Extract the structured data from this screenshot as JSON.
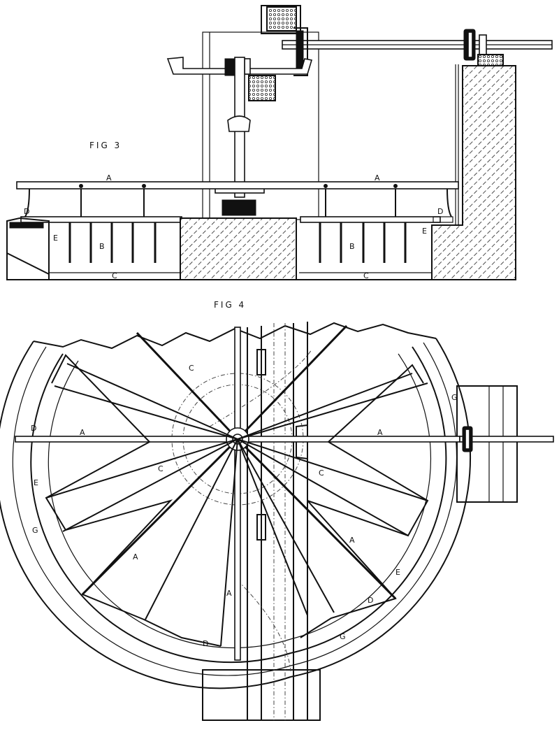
{
  "figures": {
    "fig3": {
      "title": "FIG 3",
      "labels": {
        "a_left": "A",
        "a_right": "A",
        "b_left": "B",
        "b_right": "B",
        "c_left": "C",
        "c_right": "C",
        "d_left": "D",
        "d_right": "D",
        "e_left": "E",
        "e_right": "E"
      }
    },
    "fig4": {
      "title": "FIG 4",
      "labels": {
        "c_top": "C",
        "c_mid_left": "C",
        "c_mid_right": "C",
        "a_left": "A",
        "a_right": "A",
        "a_lower_left": "A",
        "a_lower_mid": "A",
        "a_lower_right": "A",
        "d_left": "D",
        "d_bottom": "D",
        "d_right": "D",
        "e_left": "E",
        "e_right": "E",
        "g_left": "G",
        "g_right": "G",
        "g_bottom_right": "G"
      }
    }
  }
}
